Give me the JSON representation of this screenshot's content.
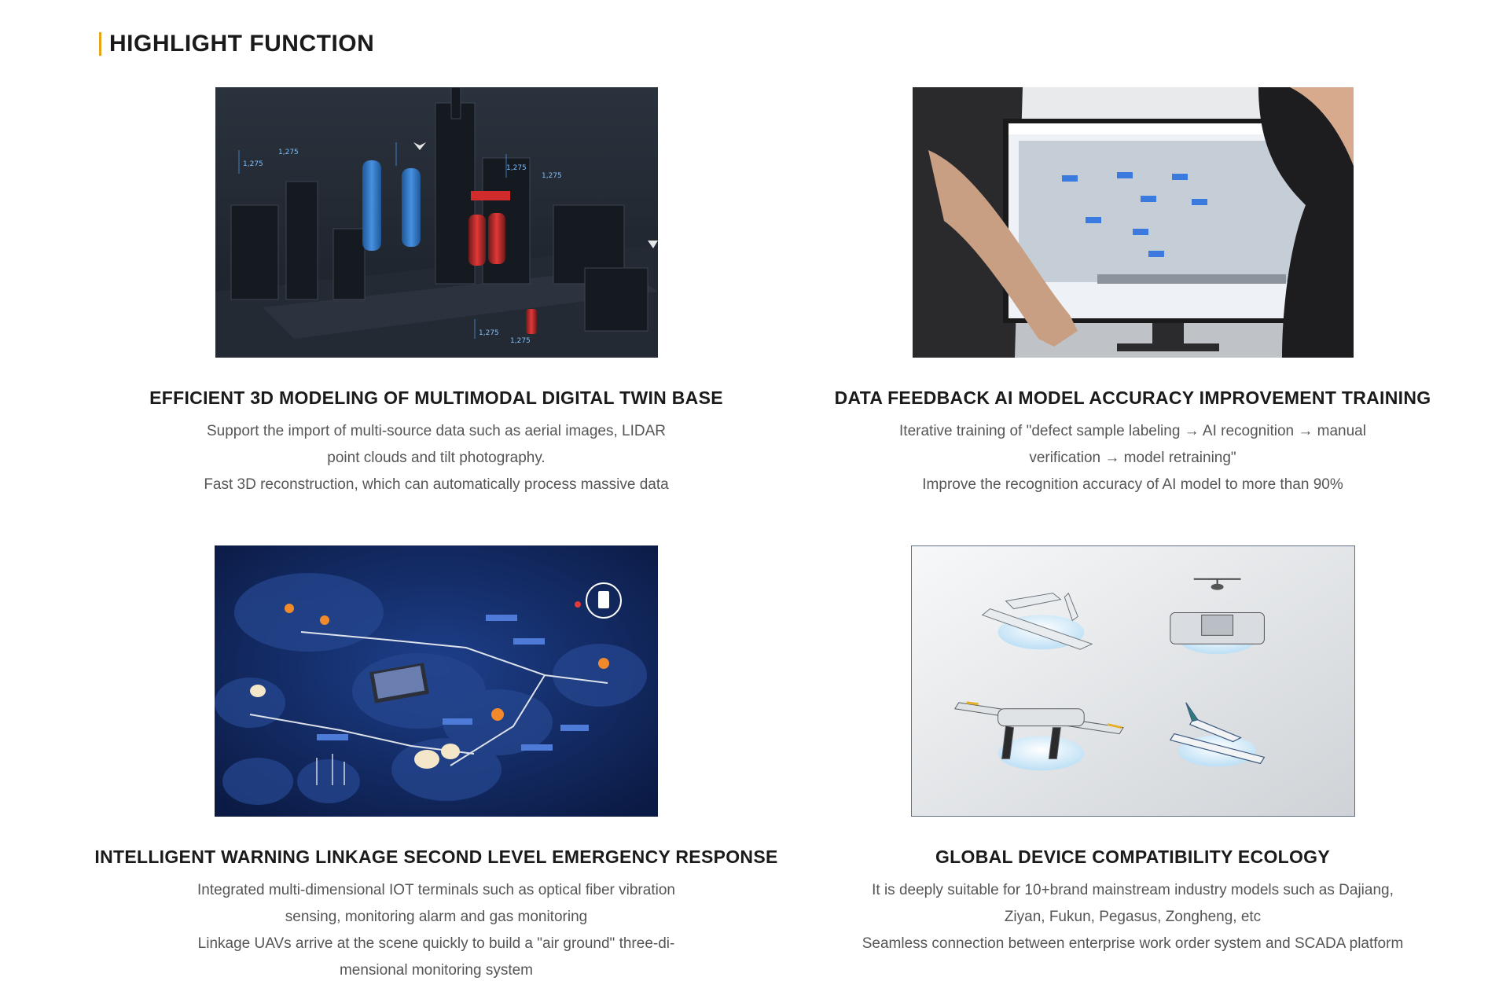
{
  "section": {
    "title": "HIGHLIGHT FUNCTION",
    "accent_color": "#e8a317"
  },
  "cards": [
    {
      "title": "EFFICIENT 3D MODELING OF MULTIMODAL DIGITAL TWIN BASE",
      "image": "digital-twin-3d-factory",
      "lines": [
        "Support the import of multi-source data such as aerial images, LIDAR",
        "point clouds and tilt photography.",
        "Fast 3D reconstruction, which can automatically process massive data"
      ]
    },
    {
      "title": "DATA FEEDBACK AI MODEL ACCURACY IMPROVEMENT TRAINING",
      "image": "ai-training-monitor-photo",
      "lines": [
        "Iterative training of \"defect sample labeling → AI recognition → manual",
        "verification → model retraining\"",
        "Improve the recognition accuracy of AI model to more than 90%"
      ]
    },
    {
      "title": "INTELLIGENT WARNING LINKAGE SECOND LEVEL EMERGENCY RESPONSE",
      "image": "iot-linkage-isometric-map",
      "lines": [
        "Integrated multi-dimensional IOT terminals such as optical fiber vibration",
        "sensing, monitoring alarm and gas monitoring",
        "Linkage UAVs arrive at the scene quickly to build a \"air ground\" three-di-",
        "mensional monitoring system"
      ]
    },
    {
      "title": "GLOBAL DEVICE COMPATIBILITY ECOLOGY",
      "image": "uav-models-showcase",
      "lines": [
        "It is deeply suitable for 10+brand mainstream industry models such as Dajiang,",
        "Ziyan, Fukun, Pegasus, Zongheng, etc",
        "Seamless connection between enterprise work order system and SCADA platform"
      ]
    }
  ]
}
